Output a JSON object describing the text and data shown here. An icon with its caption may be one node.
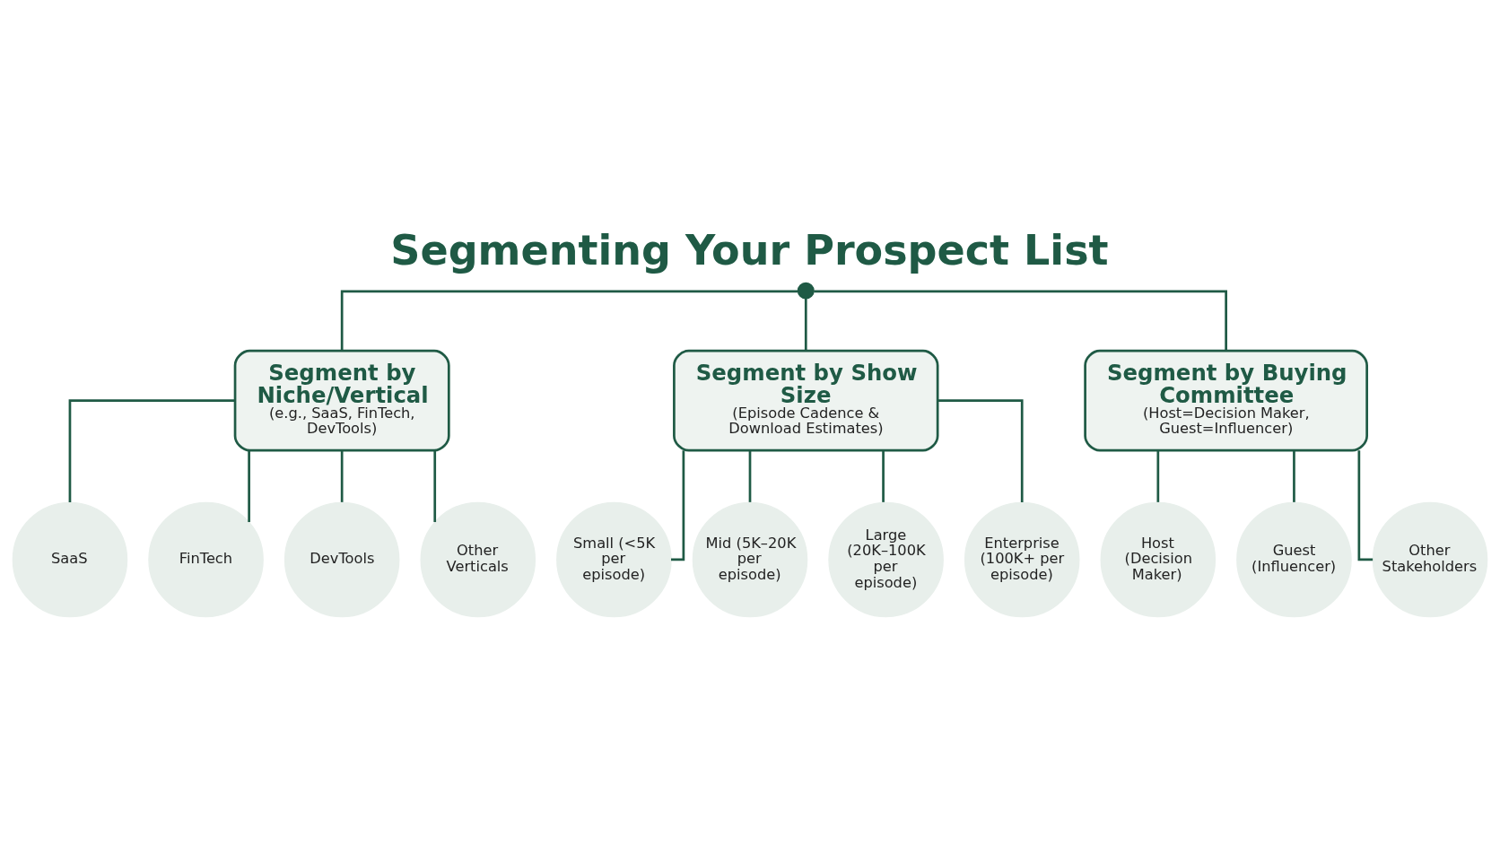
{
  "diagram": {
    "title": "Segmenting Your Prospect List",
    "nodes": [
      {
        "text": [],
        "shape": "circle"
      },
      {
        "text": [
          "Segment by Niche/Vertical",
          "(e.g., SaaS, FinTech, DevTools)"
        ]
      },
      {
        "text": [
          "Segment by Show Size",
          "(Episode Cadence & Download Estimates)"
        ]
      },
      {
        "text": [
          "Segment by Buying Committee",
          "(Host=Decision Maker, Guest=Influencer)"
        ]
      },
      {
        "text": [
          "SaaS"
        ]
      },
      {
        "text": [
          "FinTech"
        ]
      },
      {
        "text": [
          "DevTools"
        ]
      },
      {
        "text": [
          "Other Verticals"
        ]
      },
      {
        "text": [
          "Small (<5K per episode)"
        ]
      },
      {
        "text": [
          "Mid (5K–20K per episode)"
        ]
      },
      {
        "text": [
          "Large (20K–100K per episode)"
        ]
      },
      {
        "text": [
          "Enterprise (100K+ per episode)"
        ]
      },
      {
        "text": [
          "Host (Decision Maker)"
        ]
      },
      {
        "text": [
          "Guest (Influencer)"
        ]
      },
      {
        "text": [
          "Other Stakeholders"
        ]
      }
    ],
    "edges": [
      {
        "from": 0,
        "to": 1,
        "arrow": "none"
      },
      {
        "from": 0,
        "to": 2,
        "arrow": "none"
      },
      {
        "from": 0,
        "to": 3,
        "arrow": "none"
      },
      {
        "from": 1,
        "to": 4,
        "arrow": "none"
      },
      {
        "from": 1,
        "to": 5,
        "arrow": "none"
      },
      {
        "from": 1,
        "to": 6,
        "arrow": "none"
      },
      {
        "from": 1,
        "to": 7,
        "arrow": "none"
      },
      {
        "from": 2,
        "to": 8,
        "arrow": "none"
      },
      {
        "from": 2,
        "to": 9,
        "arrow": "none"
      },
      {
        "from": 2,
        "to": 10,
        "arrow": "none"
      },
      {
        "from": 2,
        "to": 11,
        "arrow": "none"
      },
      {
        "from": 3,
        "to": 12,
        "arrow": "none"
      },
      {
        "from": 3,
        "to": 13,
        "arrow": "none"
      },
      {
        "from": 3,
        "to": 14,
        "arrow": "none"
      }
    ]
  }
}
